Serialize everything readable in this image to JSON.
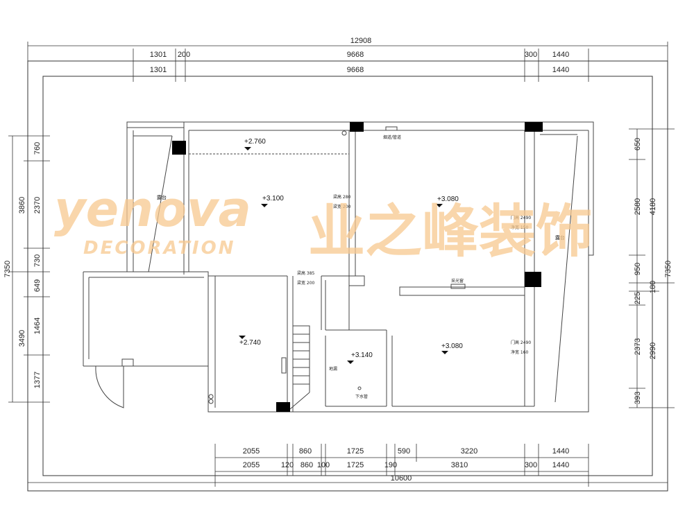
{
  "dims": {
    "top_total": "12908",
    "top_row1": [
      "1301",
      "200",
      "9668",
      "300",
      "1440"
    ],
    "top_row2": [
      "1301",
      "9668",
      "1440"
    ],
    "bottom_row1": [
      "2055",
      "860",
      "1725",
      "590",
      "3220",
      "1440"
    ],
    "bottom_row2": [
      "2055",
      "120",
      "860",
      "100",
      "1725",
      "190",
      "3810",
      "300",
      "1440"
    ],
    "bottom_total": "10600",
    "left_total": "7350",
    "left_outer": [
      "3860",
      "3490"
    ],
    "left_inner": [
      "760",
      "2370",
      "730",
      "649",
      "1464",
      "1377"
    ],
    "right_total": "7350",
    "right_outer": [
      "4180",
      "180",
      "2990"
    ],
    "right_inner": [
      "650",
      "2580",
      "950",
      "225",
      "2373",
      "393"
    ]
  },
  "rooms": {
    "balcony_left": "露台",
    "balcony_right": "露台",
    "duct_label_top": "烟道/管道",
    "window_label": "采光窗",
    "beam_a": [
      "梁高 280",
      "梁宽 200"
    ],
    "beam_b": [
      "梁高 385",
      "梁宽 200"
    ],
    "beam_right_top": [
      "门高 2490",
      "净宽 150"
    ],
    "beam_right_mid": [
      "门高 2490",
      "净宽 160"
    ],
    "floor_drain": "地漏",
    "water_pipe": "下水管"
  },
  "elevations": {
    "e1": "+2.760",
    "e2": "+3.100",
    "e3": "+3.080",
    "e4": "+2.740",
    "e5": "+3.140",
    "e6": "+3.080"
  },
  "watermark": {
    "brand_en": "yenova",
    "brand_sub": "DECORATION",
    "brand_cn": "业之峰装饰"
  }
}
